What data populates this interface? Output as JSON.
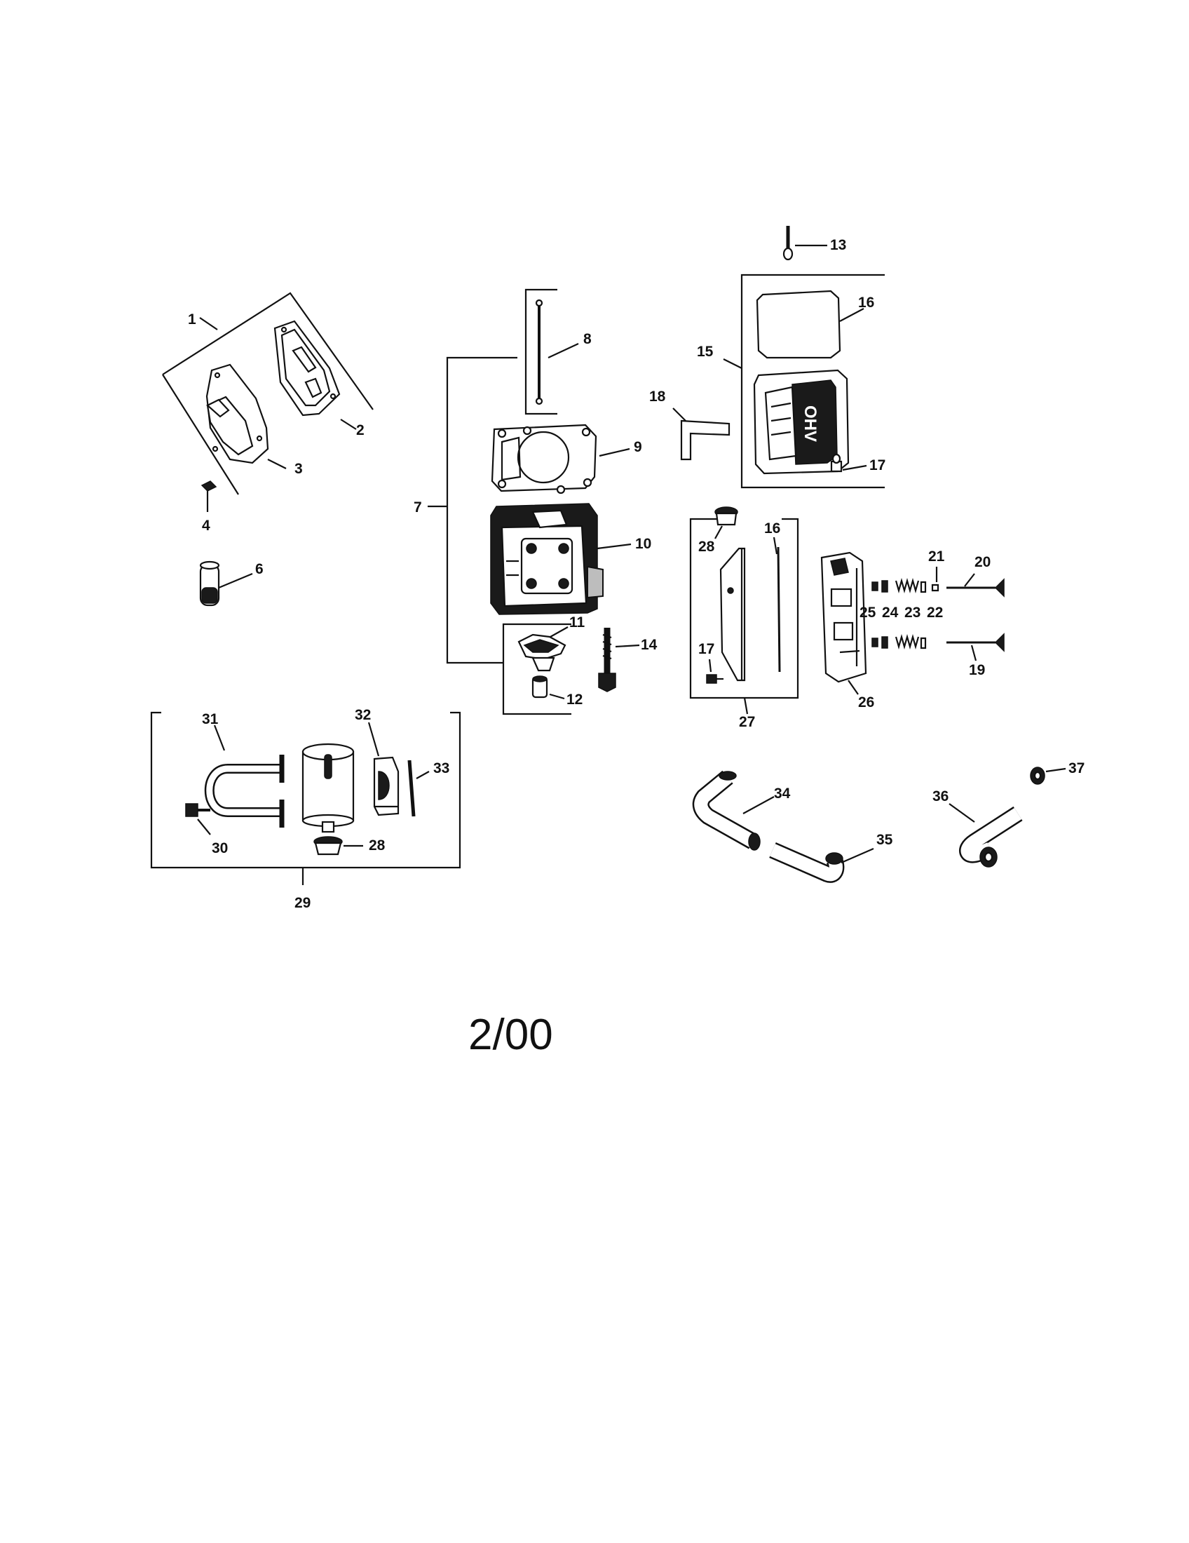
{
  "diagram": {
    "date_code": "2/00",
    "callouts": [
      {
        "id": "c1",
        "text": "1"
      },
      {
        "id": "c2",
        "text": "2"
      },
      {
        "id": "c3",
        "text": "3"
      },
      {
        "id": "c4",
        "text": "4"
      },
      {
        "id": "c6",
        "text": "6"
      },
      {
        "id": "c7",
        "text": "7"
      },
      {
        "id": "c8",
        "text": "8"
      },
      {
        "id": "c9",
        "text": "9"
      },
      {
        "id": "c10",
        "text": "10"
      },
      {
        "id": "c11",
        "text": "11"
      },
      {
        "id": "c12",
        "text": "12"
      },
      {
        "id": "c13",
        "text": "13"
      },
      {
        "id": "c14",
        "text": "14"
      },
      {
        "id": "c15",
        "text": "15"
      },
      {
        "id": "c16a",
        "text": "16"
      },
      {
        "id": "c16b",
        "text": "16"
      },
      {
        "id": "c17a",
        "text": "17"
      },
      {
        "id": "c17b",
        "text": "17"
      },
      {
        "id": "c18",
        "text": "18"
      },
      {
        "id": "c19",
        "text": "19"
      },
      {
        "id": "c20",
        "text": "20"
      },
      {
        "id": "c21",
        "text": "21"
      },
      {
        "id": "c22",
        "text": "22"
      },
      {
        "id": "c23",
        "text": "23"
      },
      {
        "id": "c24",
        "text": "24"
      },
      {
        "id": "c25",
        "text": "25"
      },
      {
        "id": "c26",
        "text": "26"
      },
      {
        "id": "c27",
        "text": "27"
      },
      {
        "id": "c28a",
        "text": "28"
      },
      {
        "id": "c28b",
        "text": "28"
      },
      {
        "id": "c29",
        "text": "29"
      },
      {
        "id": "c30",
        "text": "30"
      },
      {
        "id": "c31",
        "text": "31"
      },
      {
        "id": "c32",
        "text": "32"
      },
      {
        "id": "c33",
        "text": "33"
      },
      {
        "id": "c34",
        "text": "34"
      },
      {
        "id": "c35",
        "text": "35"
      },
      {
        "id": "c36",
        "text": "36"
      },
      {
        "id": "c37",
        "text": "37"
      }
    ],
    "valve_cover_logo": "OHV"
  }
}
